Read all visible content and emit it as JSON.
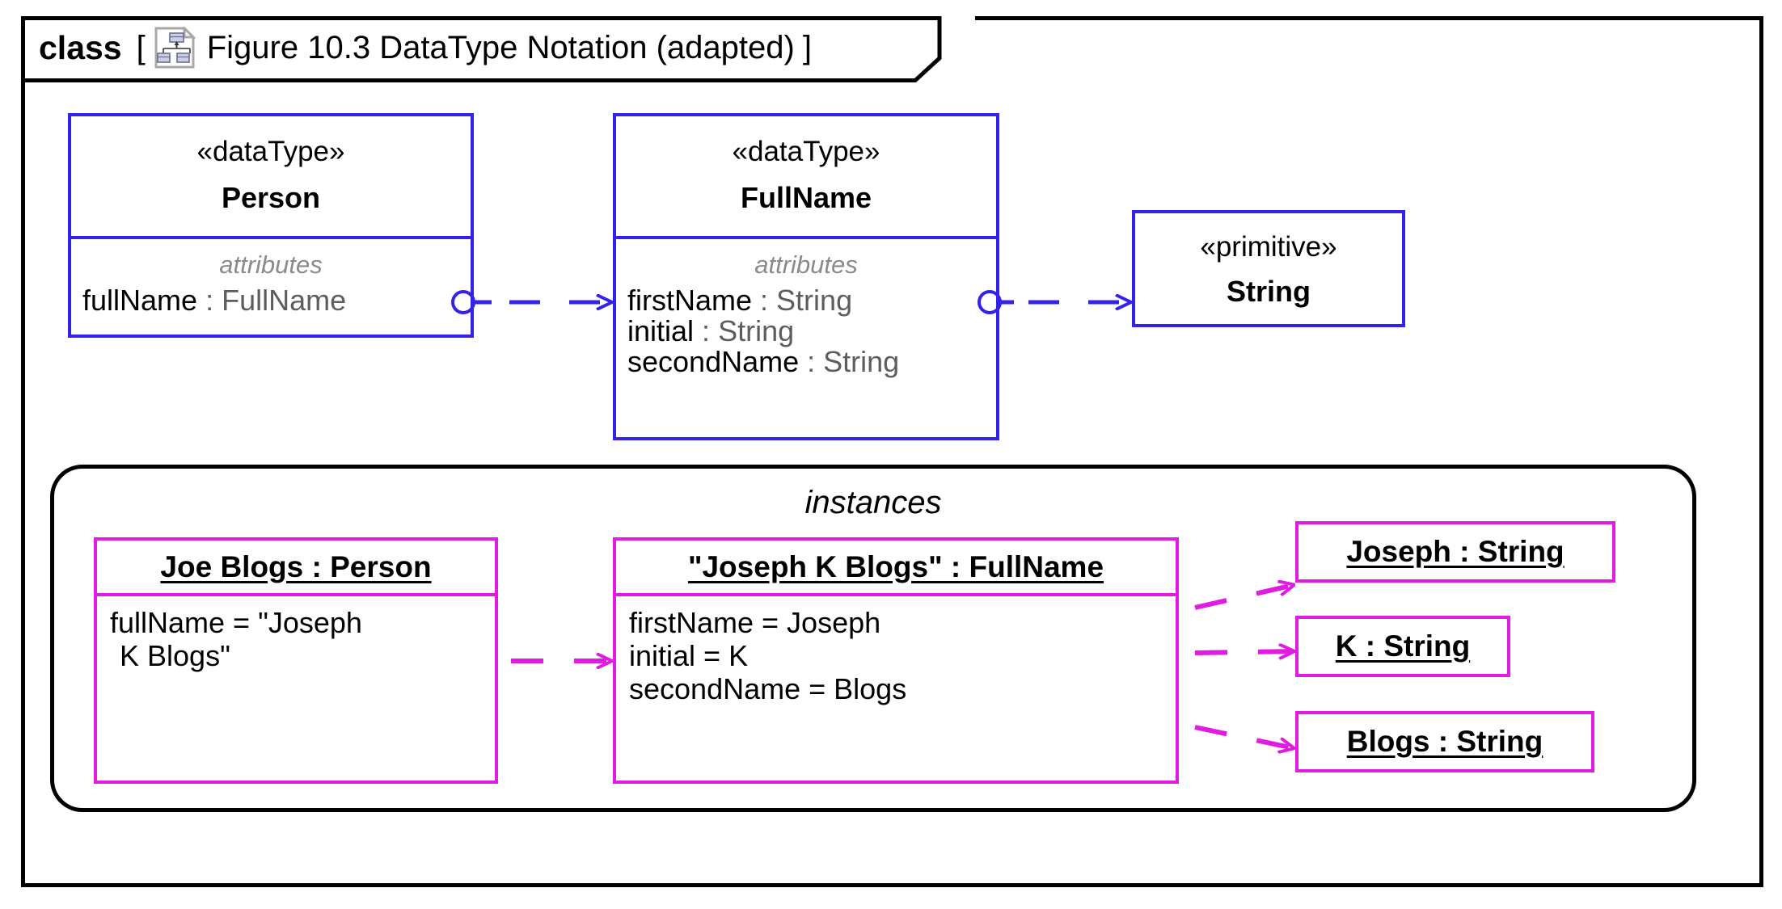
{
  "frame": {
    "keyword": "class",
    "bracket_open": "[",
    "bracket_close": "]",
    "icon": "class-diagram-document-icon",
    "title": "Figure 10.3 DataType Notation (adapted)"
  },
  "colors": {
    "frame_border": "#000000",
    "classifier_border": "#3323e8",
    "instance_border": "#e01ce0",
    "type_text": "#5d5d5d",
    "compartment_label": "#8a8a8a",
    "text": "#000000",
    "background": "#ffffff"
  },
  "classifiers": [
    {
      "id": "person",
      "stereotype": "«dataType»",
      "name": "Person",
      "compartment_label": "attributes",
      "attributes": [
        {
          "name": "fullName",
          "sep": " : ",
          "type": "FullName"
        }
      ]
    },
    {
      "id": "fullname",
      "stereotype": "«dataType»",
      "name": "FullName",
      "compartment_label": "attributes",
      "attributes": [
        {
          "name": "firstName",
          "sep": " : ",
          "type": "String"
        },
        {
          "name": "initial",
          "sep": " : ",
          "type": "String"
        },
        {
          "name": "secondName",
          "sep": " : ",
          "type": "String"
        }
      ]
    },
    {
      "id": "string",
      "stereotype": "«primitive»",
      "name": "String",
      "compartment_label": null,
      "attributes": []
    }
  ],
  "instances_panel": {
    "label": "instances",
    "instances": [
      {
        "id": "joe-blogs",
        "header": "Joe Blogs : Person",
        "slots": [
          "fullName = \"Joseph",
          "K Blogs\""
        ]
      },
      {
        "id": "joseph-k-blogs-fullname",
        "header": "\"Joseph K Blogs\" : FullName",
        "slots": [
          "firstName = Joseph",
          "initial = K",
          "secondName = Blogs"
        ]
      },
      {
        "id": "joseph-string",
        "header": "Joseph : String",
        "slots": []
      },
      {
        "id": "k-string",
        "header": "K : String",
        "slots": []
      },
      {
        "id": "blogs-string",
        "header": "Blogs : String",
        "slots": []
      }
    ]
  },
  "connectors": [
    {
      "id": "person-to-fullname",
      "style": "dashed-open-arrow-with-socket",
      "color": "#3323e8"
    },
    {
      "id": "fullname-to-string",
      "style": "dashed-open-arrow-with-socket",
      "color": "#3323e8"
    },
    {
      "id": "joeblogs-to-fullname-instance",
      "style": "dashed-open-arrow",
      "color": "#e01ce0"
    },
    {
      "id": "fullname-instance-to-joseph",
      "style": "dashed-open-arrow",
      "color": "#e01ce0"
    },
    {
      "id": "fullname-instance-to-k",
      "style": "dashed-open-arrow",
      "color": "#e01ce0"
    },
    {
      "id": "fullname-instance-to-blogs",
      "style": "dashed-open-arrow",
      "color": "#e01ce0"
    }
  ]
}
